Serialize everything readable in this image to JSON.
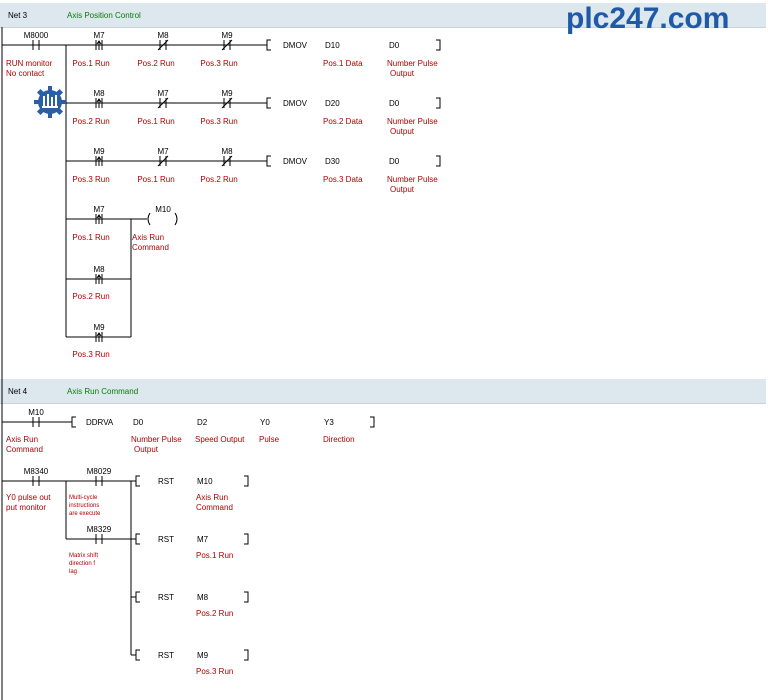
{
  "watermark": "plc247.com",
  "networks": [
    {
      "label": "Net 3",
      "comment": "Axis Position Control"
    },
    {
      "label": "Net 4",
      "comment": "Axis Run Command"
    }
  ],
  "net3": {
    "m8000": {
      "addr": "M8000",
      "comment1": "RUN monitor",
      "comment2": "No contact"
    },
    "rows": [
      {
        "c1": {
          "addr": "M7",
          "comment": "Pos.1 Run"
        },
        "c2": {
          "addr": "M8",
          "comment": "Pos.2 Run"
        },
        "c3": {
          "addr": "M9",
          "comment": "Pos.3 Run"
        },
        "instr": "DMOV",
        "op1": "D10",
        "op1_comment": "Pos.1 Data",
        "op2": "D0",
        "op2_comment1": "Number Pulse",
        "op2_comment2": "Output"
      },
      {
        "c1": {
          "addr": "M8",
          "comment": "Pos.2 Run"
        },
        "c2": {
          "addr": "M7",
          "comment": "Pos.1 Run"
        },
        "c3": {
          "addr": "M9",
          "comment": "Pos.3 Run"
        },
        "instr": "DMOV",
        "op1": "D20",
        "op1_comment": "Pos.2 Data",
        "op2": "D0",
        "op2_comment1": "Number Pulse",
        "op2_comment2": "Output"
      },
      {
        "c1": {
          "addr": "M9",
          "comment": "Pos.3 Run"
        },
        "c2": {
          "addr": "M7",
          "comment": "Pos.1 Run"
        },
        "c3": {
          "addr": "M8",
          "comment": "Pos.2 Run"
        },
        "instr": "DMOV",
        "op1": "D30",
        "op1_comment": "Pos.3 Data",
        "op2": "D0",
        "op2_comment1": "Number Pulse",
        "op2_comment2": "Output"
      }
    ],
    "coil_row": {
      "c1": {
        "addr": "M7",
        "comment": "Pos.1 Run"
      },
      "coil": {
        "addr": "M10",
        "comment1": "Axis Run",
        "comment2": "Command"
      }
    },
    "par1": {
      "addr": "M8",
      "comment": "Pos.2 Run"
    },
    "par2": {
      "addr": "M9",
      "comment": "Pos.3 Run"
    }
  },
  "net4": {
    "m10": {
      "addr": "M10",
      "comment1": "Axis Run",
      "comment2": "Command"
    },
    "ddrva": {
      "instr": "DDRVA",
      "op1": "D0",
      "op1_comment1": "Number Pulse",
      "op1_comment2": "Output",
      "op2": "D2",
      "op2_comment": "Speed Output",
      "op3": "Y0",
      "op3_comment": "Pulse",
      "op4": "Y3",
      "op4_comment": "Direction"
    },
    "m8340": {
      "addr": "M8340",
      "comment1": "Y0 pulse out",
      "comment2": "put monitor"
    },
    "m8029": {
      "addr": "M8029",
      "comment1": "Multi-cycle",
      "comment2": "instructions",
      "comment3": "are execute"
    },
    "m8329": {
      "addr": "M8329",
      "comment1": "Matrix shift",
      "comment2": "direction f",
      "comment3": "lag"
    },
    "rst_rows": [
      {
        "instr": "RST",
        "op": "M10",
        "comment1": "Axis Run",
        "comment2": "Command"
      },
      {
        "instr": "RST",
        "op": "M7",
        "comment1": "Pos.1 Run",
        "comment2": ""
      },
      {
        "instr": "RST",
        "op": "M8",
        "comment1": "Pos.2 Run",
        "comment2": ""
      },
      {
        "instr": "RST",
        "op": "M9",
        "comment1": "Pos.3 Run",
        "comment2": ""
      }
    ]
  }
}
